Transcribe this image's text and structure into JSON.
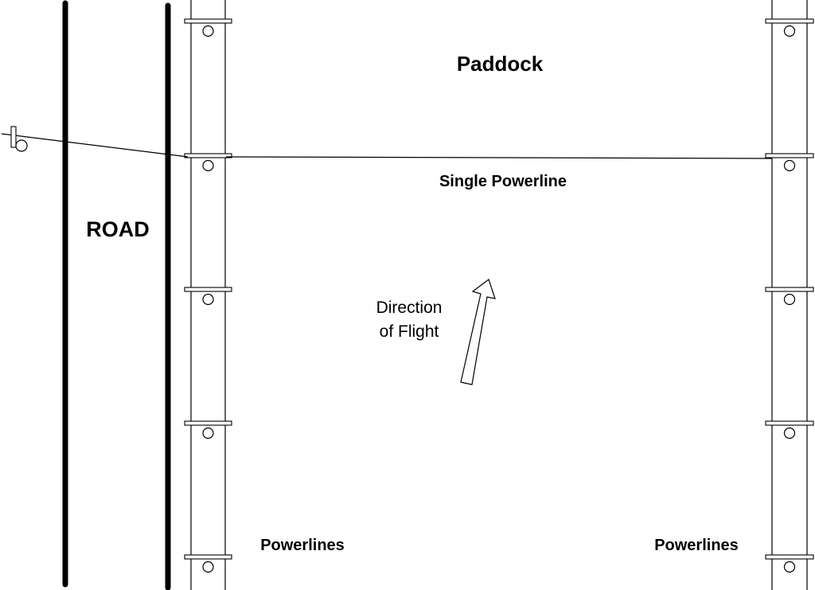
{
  "labels": {
    "paddock": "Paddock",
    "single_powerline": "Single Powerline",
    "road": "ROAD",
    "direction_line1": "Direction",
    "direction_line2": "of Flight",
    "powerlines_left": "Powerlines",
    "powerlines_right": "Powerlines"
  },
  "colors": {
    "ink": "#000000",
    "background": "#ffffff"
  },
  "pole_rows": 5
}
